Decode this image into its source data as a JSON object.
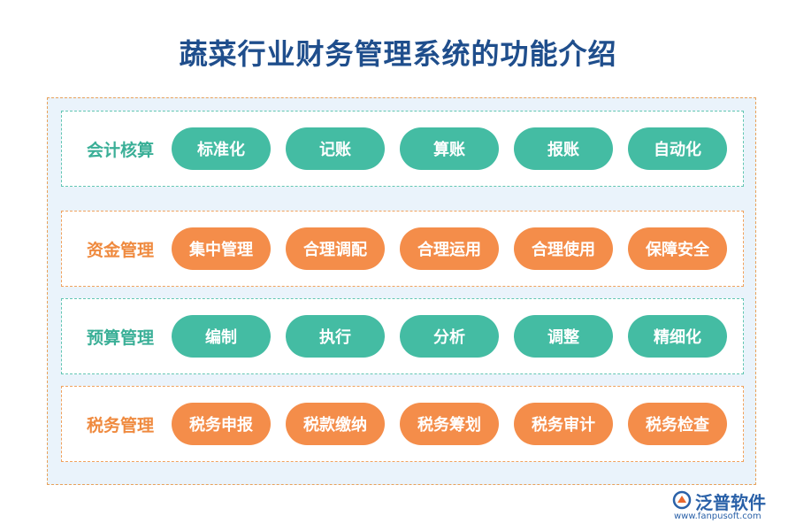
{
  "title": "蔬菜行业财务管理系统的功能介绍",
  "rows": [
    {
      "label": "会计核算",
      "color": "teal",
      "items": [
        "标准化",
        "记账",
        "算账",
        "报账",
        "自动化"
      ]
    },
    {
      "label": "资金管理",
      "color": "orange",
      "items": [
        "集中管理",
        "合理调配",
        "合理运用",
        "合理使用",
        "保障安全"
      ]
    },
    {
      "label": "预算管理",
      "color": "teal",
      "items": [
        "编制",
        "执行",
        "分析",
        "调整",
        "精细化"
      ]
    },
    {
      "label": "税务管理",
      "color": "orange",
      "items": [
        "税务申报",
        "税款缴纳",
        "税务筹划",
        "税务审计",
        "税务检查"
      ]
    }
  ],
  "logo": {
    "name": "泛普软件",
    "url": "www.fanpusoft.com",
    "icon": "fanpu-logo-icon"
  },
  "colors": {
    "teal": "#44bca3",
    "orange": "#f48d4a",
    "title": "#1f4e8c",
    "panel_bg": "#eaf3fb"
  }
}
